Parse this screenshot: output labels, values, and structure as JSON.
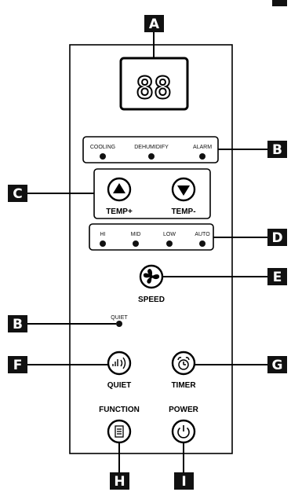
{
  "display": {
    "digits": "88"
  },
  "indicators_top": [
    "COOLING",
    "DEHUMIDIFY",
    "ALARM"
  ],
  "temp": {
    "up_label": "TEMP+",
    "down_label": "TEMP-"
  },
  "speed_levels": [
    "HI",
    "MID",
    "LOW",
    "AUTO"
  ],
  "speed_label": "SPEED",
  "quiet_indicator": "QUIET",
  "buttons": {
    "quiet": "QUIET",
    "timer": "TIMER",
    "function": "FUNCTION",
    "power": "POWER"
  },
  "callouts": {
    "A": "A",
    "B1": "B",
    "B2": "B",
    "C": "C",
    "D": "D",
    "E": "E",
    "F": "F",
    "G": "G",
    "H": "H",
    "I": "I"
  },
  "colors": {
    "panel_border": "#000000",
    "callout_bg": "#111111",
    "background": "#ffffff"
  }
}
